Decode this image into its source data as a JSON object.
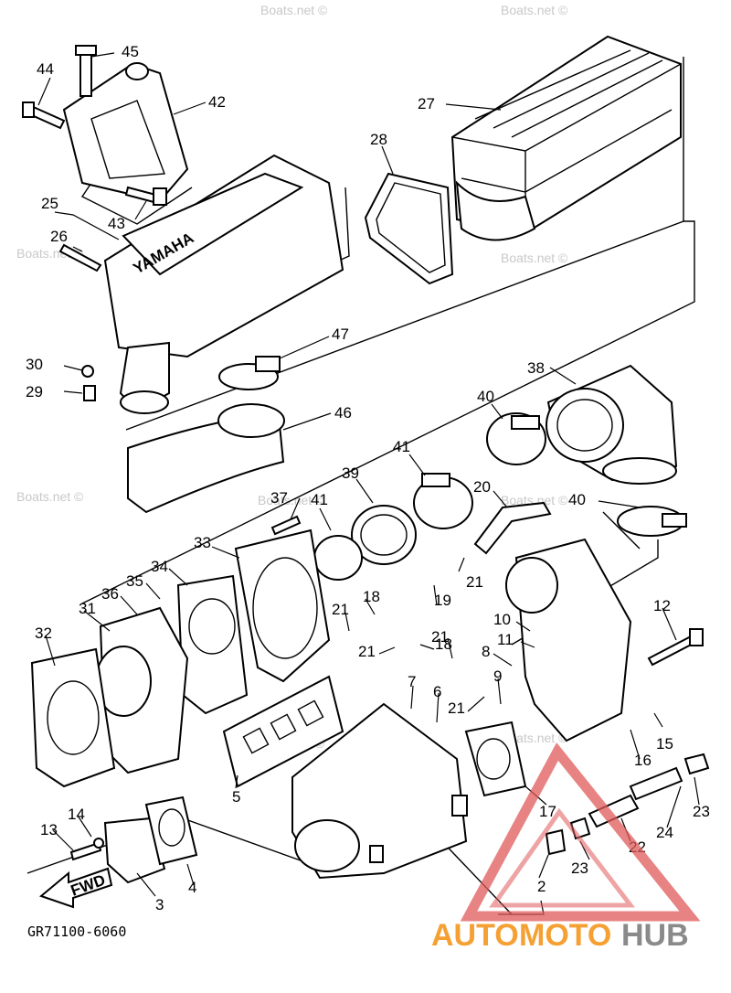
{
  "diagram": {
    "part_numbers": [
      {
        "id": "45",
        "label": "45"
      },
      {
        "id": "44",
        "label": "44"
      },
      {
        "id": "42",
        "label": "42"
      },
      {
        "id": "27",
        "label": "27"
      },
      {
        "id": "28",
        "label": "28"
      },
      {
        "id": "25",
        "label": "25"
      },
      {
        "id": "43",
        "label": "43"
      },
      {
        "id": "26",
        "label": "26"
      },
      {
        "id": "47",
        "label": "47"
      },
      {
        "id": "30",
        "label": "30"
      },
      {
        "id": "29",
        "label": "29"
      },
      {
        "id": "46",
        "label": "46"
      },
      {
        "id": "38",
        "label": "38"
      },
      {
        "id": "40a",
        "label": "40"
      },
      {
        "id": "39",
        "label": "39"
      },
      {
        "id": "41a",
        "label": "41"
      },
      {
        "id": "37",
        "label": "37"
      },
      {
        "id": "41b",
        "label": "41"
      },
      {
        "id": "20",
        "label": "20"
      },
      {
        "id": "40b",
        "label": "40"
      },
      {
        "id": "33",
        "label": "33"
      },
      {
        "id": "34",
        "label": "34"
      },
      {
        "id": "21a",
        "label": "21"
      },
      {
        "id": "35",
        "label": "35"
      },
      {
        "id": "36",
        "label": "36"
      },
      {
        "id": "19",
        "label": "19"
      },
      {
        "id": "18a",
        "label": "18"
      },
      {
        "id": "21b",
        "label": "21"
      },
      {
        "id": "31",
        "label": "31"
      },
      {
        "id": "21c",
        "label": "21"
      },
      {
        "id": "12",
        "label": "12"
      },
      {
        "id": "10",
        "label": "10"
      },
      {
        "id": "32",
        "label": "32"
      },
      {
        "id": "21d",
        "label": "21"
      },
      {
        "id": "18b",
        "label": "18"
      },
      {
        "id": "11",
        "label": "11"
      },
      {
        "id": "8",
        "label": "8"
      },
      {
        "id": "7",
        "label": "7"
      },
      {
        "id": "9",
        "label": "9"
      },
      {
        "id": "6",
        "label": "6"
      },
      {
        "id": "21e",
        "label": "21"
      },
      {
        "id": "15",
        "label": "15"
      },
      {
        "id": "16",
        "label": "16"
      },
      {
        "id": "5",
        "label": "5"
      },
      {
        "id": "17",
        "label": "17"
      },
      {
        "id": "23a",
        "label": "23"
      },
      {
        "id": "14",
        "label": "14"
      },
      {
        "id": "13",
        "label": "13"
      },
      {
        "id": "24",
        "label": "24"
      },
      {
        "id": "22",
        "label": "22"
      },
      {
        "id": "23b",
        "label": "23"
      },
      {
        "id": "4",
        "label": "4"
      },
      {
        "id": "2",
        "label": "2"
      },
      {
        "id": "3",
        "label": "3"
      }
    ],
    "fwd_label": "FWD",
    "engine_brand": "YAMAHA",
    "diagram_code": "GR71100-6060",
    "watermark_text": "Boats.net ©",
    "logo": {
      "auto": "AUTO",
      "moto": "MOTO",
      "hub": "HUB",
      "accent_color": "#f5a033",
      "secondary_color": "#8a8a8a",
      "triangle_color": "#e05a5a"
    }
  }
}
